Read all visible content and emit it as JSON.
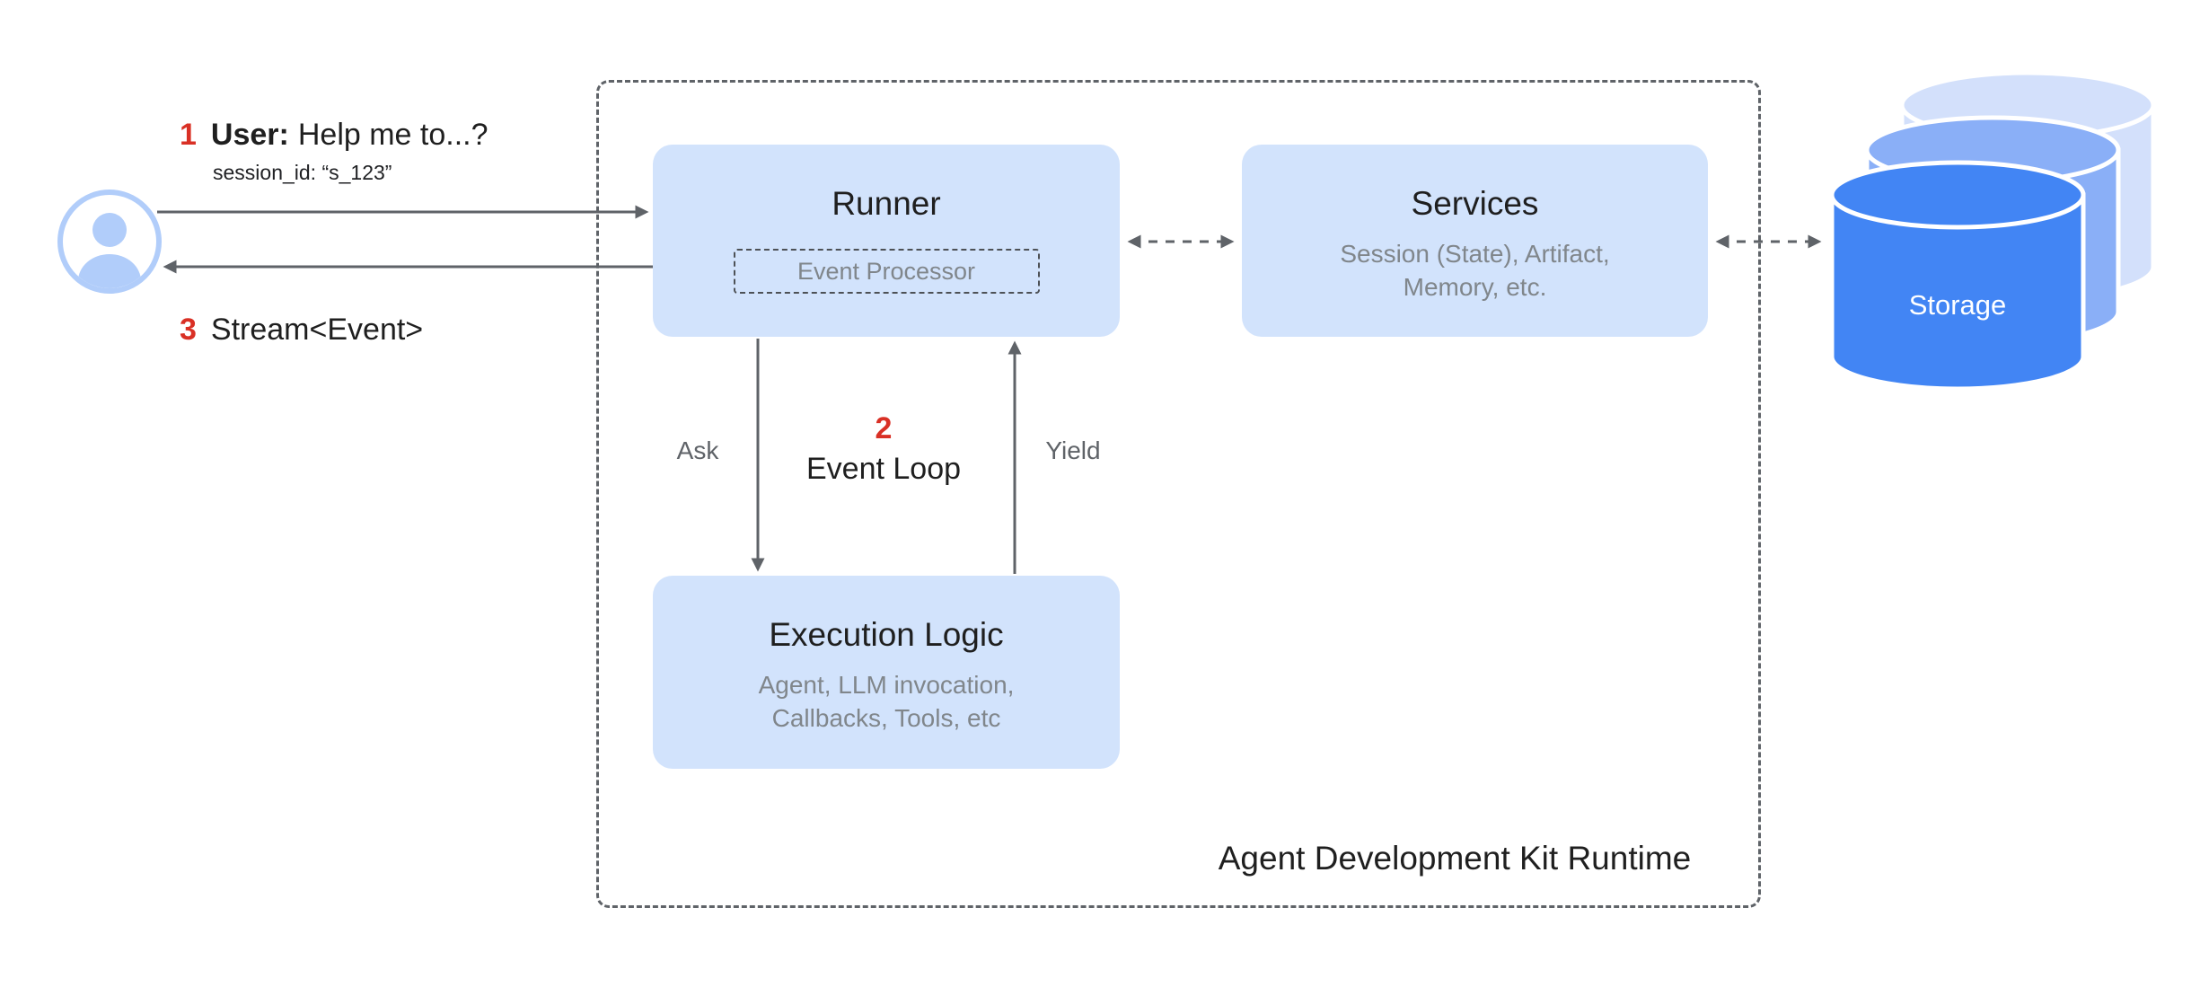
{
  "colors": {
    "box_fill": "#d2e3fc",
    "accent_red": "#d93025",
    "title_text": "#1f1f1f",
    "muted_text": "#80868b",
    "arrow_gray": "#5f6368",
    "storage_front_blue": "#4285f4",
    "storage_mid_blue": "#8aaff7",
    "storage_back_blue": "#d3e0fb",
    "avatar_blue": "#b1cdfa"
  },
  "icons": {
    "user": "user-avatar-icon",
    "storage": "storage-database-icon"
  },
  "annotations": {
    "step1": {
      "number": "1",
      "label": "User:",
      "text": "Help me to...?"
    },
    "session_id": "session_id: “s_123”",
    "step3": {
      "number": "3",
      "text": "Stream<Event>"
    }
  },
  "boxes": {
    "runner": {
      "title": "Runner",
      "event_processor": "Event Processor"
    },
    "services": {
      "title": "Services",
      "subtitle_line1": "Session (State), Artifact,",
      "subtitle_line2": "Memory, etc."
    },
    "execution_logic": {
      "title": "Execution Logic",
      "subtitle_line1": "Agent, LLM invocation,",
      "subtitle_line2": "Callbacks, Tools, etc"
    }
  },
  "event_loop": {
    "number": "2",
    "label": "Event Loop",
    "ask_label": "Ask",
    "yield_label": "Yield"
  },
  "storage": {
    "label": "Storage"
  },
  "runtime_label": "Agent Development Kit Runtime"
}
